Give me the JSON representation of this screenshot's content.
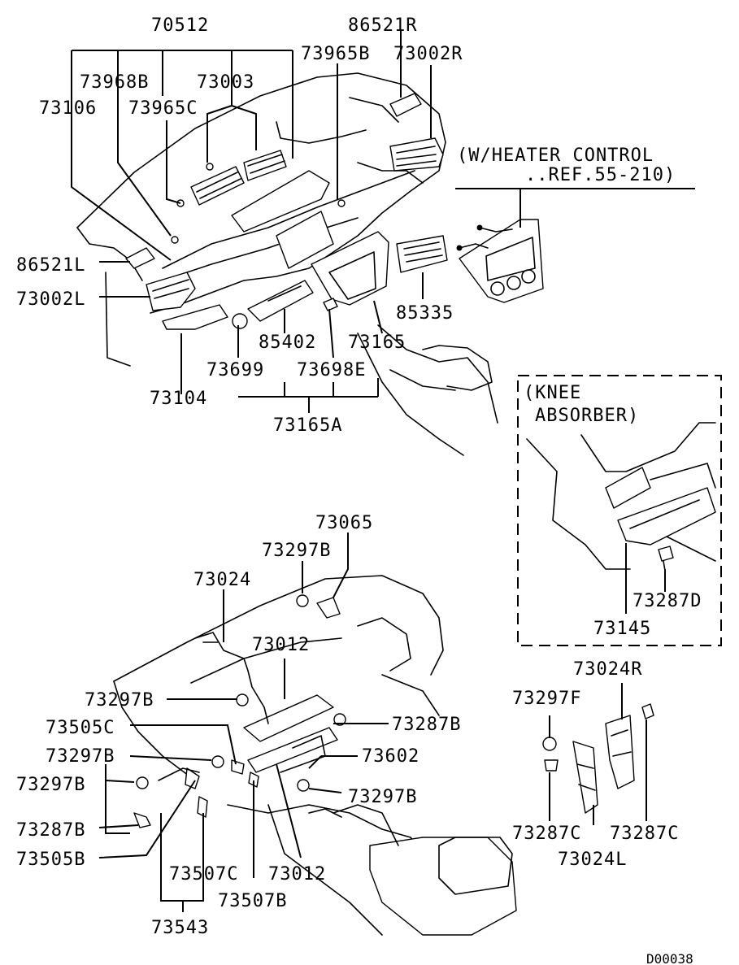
{
  "labels": {
    "p70512": "70512",
    "p86521R": "86521R",
    "p73965B": "73965B",
    "p73002R": "73002R",
    "p73968B": "73968B",
    "p73003": "73003",
    "p73106": "73106",
    "p73965C": "73965C",
    "p86521L": "86521L",
    "p73002L": "73002L",
    "p85335": "85335",
    "p85402": "85402",
    "p73165": "73165",
    "p73699": "73699",
    "p73698E": "73698E",
    "p73104": "73104",
    "p73165A": "73165A",
    "p73065": "73065",
    "p73297B_top": "73297B",
    "p73024": "73024",
    "p73012_top": "73012",
    "p73297B_mid": "73297B",
    "p73505C": "73505C",
    "p73287B_right": "73287B",
    "p73297B_l1": "73297B",
    "p73602": "73602",
    "p73297B_l2": "73297B",
    "p73297B_right": "73297B",
    "p73287B_left": "73287B",
    "p73505B": "73505B",
    "p73507C": "73507C",
    "p73012_bottom": "73012",
    "p73507B": "73507B",
    "p73543": "73543",
    "p73287D": "73287D",
    "p73145": "73145",
    "p73024R": "73024R",
    "p73297F": "73297F",
    "p73287C_left": "73287C",
    "p73287C_right": "73287C",
    "p73024L": "73024L"
  },
  "notes": {
    "heater_line1": "(W/HEATER CONTROL",
    "heater_line2": "..REF.55-210)",
    "knee_line1": "(KNEE",
    "knee_line2": "ABSORBER)"
  },
  "drawing_code": "D00038"
}
